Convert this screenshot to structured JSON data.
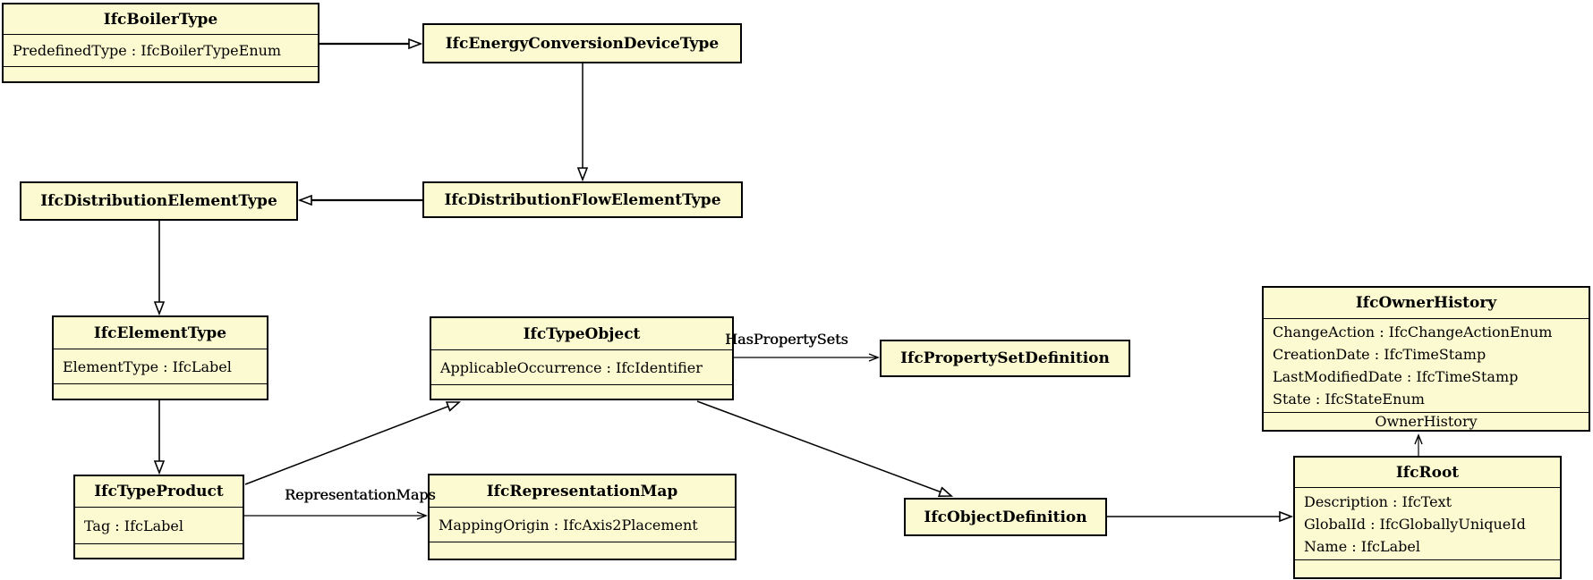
{
  "diagram": {
    "type": "uml-class-diagram",
    "colors": {
      "background": "#ffffff",
      "box_fill": "#fcfad1",
      "line": "#000000"
    },
    "classes": {
      "boilerType": {
        "title": "IfcBoilerType",
        "attrs": [
          "PredefinedType : IfcBoilerTypeEnum"
        ]
      },
      "energyConversionDeviceType": {
        "title": "IfcEnergyConversionDeviceType"
      },
      "distributionElementType": {
        "title": "IfcDistributionElementType"
      },
      "distributionFlowElementType": {
        "title": "IfcDistributionFlowElementType"
      },
      "elementType": {
        "title": "IfcElementType",
        "attrs": [
          "ElementType : IfcLabel"
        ]
      },
      "typeProduct": {
        "title": "IfcTypeProduct",
        "attrs": [
          "Tag : IfcLabel"
        ]
      },
      "typeObject": {
        "title": "IfcTypeObject",
        "attrs": [
          "ApplicableOccurrence : IfcIdentifier"
        ]
      },
      "propertySetDefinition": {
        "title": "IfcPropertySetDefinition"
      },
      "representationMap": {
        "title": "IfcRepresentationMap",
        "attrs": [
          "MappingOrigin : IfcAxis2Placement"
        ]
      },
      "objectDefinition": {
        "title": "IfcObjectDefinition"
      },
      "ownerHistory": {
        "title": "IfcOwnerHistory",
        "attrs": [
          "ChangeAction : IfcChangeActionEnum",
          "CreationDate : IfcTimeStamp",
          "LastModifiedDate : IfcTimeStamp",
          "State : IfcStateEnum"
        ]
      },
      "root": {
        "title": "IfcRoot",
        "attrs": [
          "Description : IfcText",
          "GlobalId : IfcGloballyUniqueId",
          "Name : IfcLabel"
        ]
      }
    },
    "edge_labels": {
      "hasPropertySets": "HasPropertySets",
      "representationMaps": "RepresentationMaps",
      "ownerHistory": "OwnerHistory"
    }
  }
}
